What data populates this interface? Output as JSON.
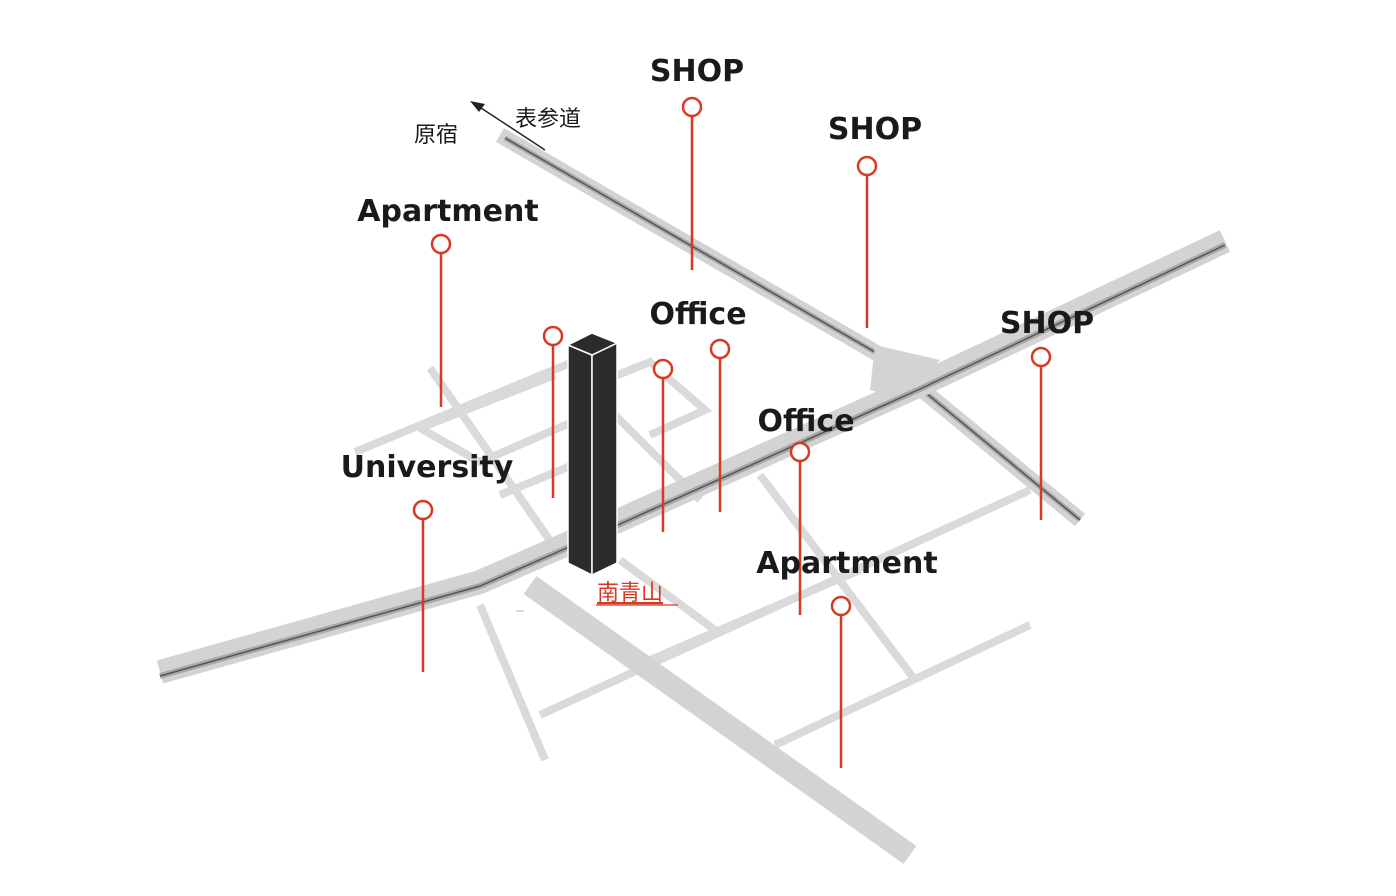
{
  "map": {
    "direction": {
      "harajuku": "原宿",
      "omotesando": "表参道"
    },
    "station": {
      "label": "南青山"
    },
    "pins": [
      {
        "label": "SHOP",
        "category": "shop"
      },
      {
        "label": "SHOP",
        "category": "shop"
      },
      {
        "label": "SHOP",
        "category": "shop"
      },
      {
        "label": "Apartment",
        "category": "apartment"
      },
      {
        "label": "Office",
        "category": "office"
      },
      {
        "label": "Office",
        "category": "office"
      },
      {
        "label": "University",
        "category": "university"
      },
      {
        "label": "Apartment",
        "category": "apartment"
      }
    ],
    "colors": {
      "pin": "#d63a23",
      "road": "#d3d3d3",
      "rail": "#555555",
      "building": "#2b2b2b"
    }
  }
}
